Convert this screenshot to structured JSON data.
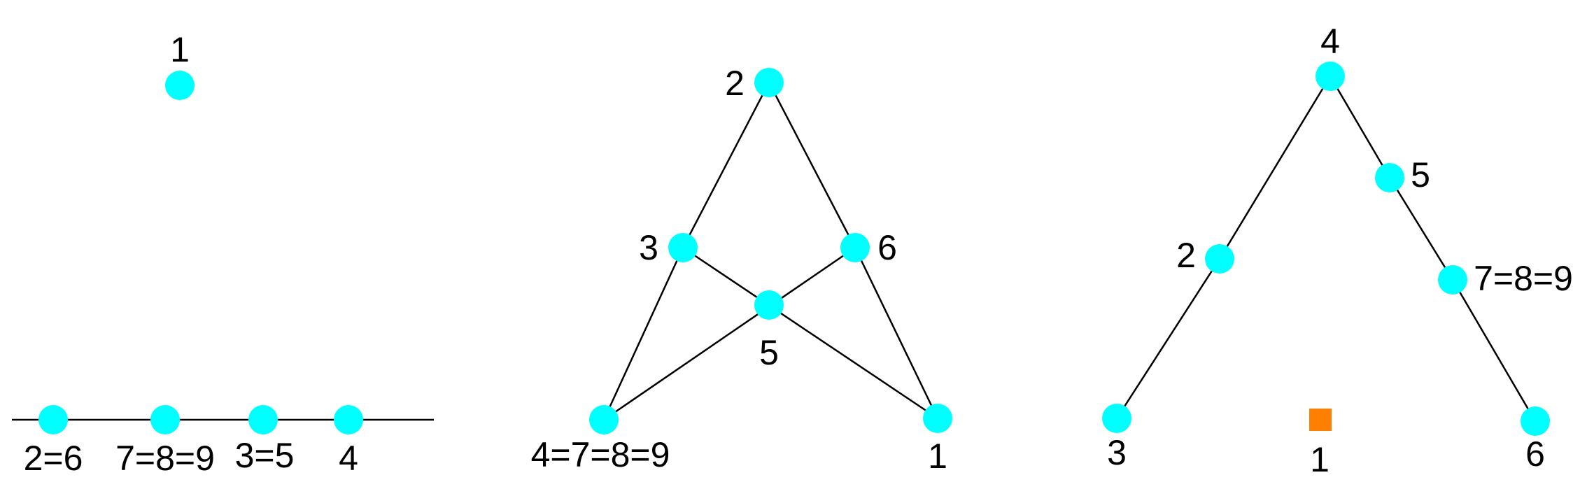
{
  "colors": {
    "node": "#00ffff",
    "square": "#ff8000",
    "edge": "#000000",
    "background": "#ffffff"
  },
  "panels": [
    {
      "id": "left",
      "labels": {
        "n1": "1",
        "n26": "2=6",
        "n789": "7=8=9",
        "n35": "3=5",
        "n4": "4"
      }
    },
    {
      "id": "middle",
      "labels": {
        "n2": "2",
        "n3": "3",
        "n6": "6",
        "n5": "5",
        "n4789": "4=7=8=9",
        "n1": "1"
      }
    },
    {
      "id": "right",
      "labels": {
        "n4": "4",
        "n5": "5",
        "n2": "2",
        "n789": "7=8=9",
        "n3": "3",
        "n1": "1",
        "n6": "6"
      }
    }
  ]
}
